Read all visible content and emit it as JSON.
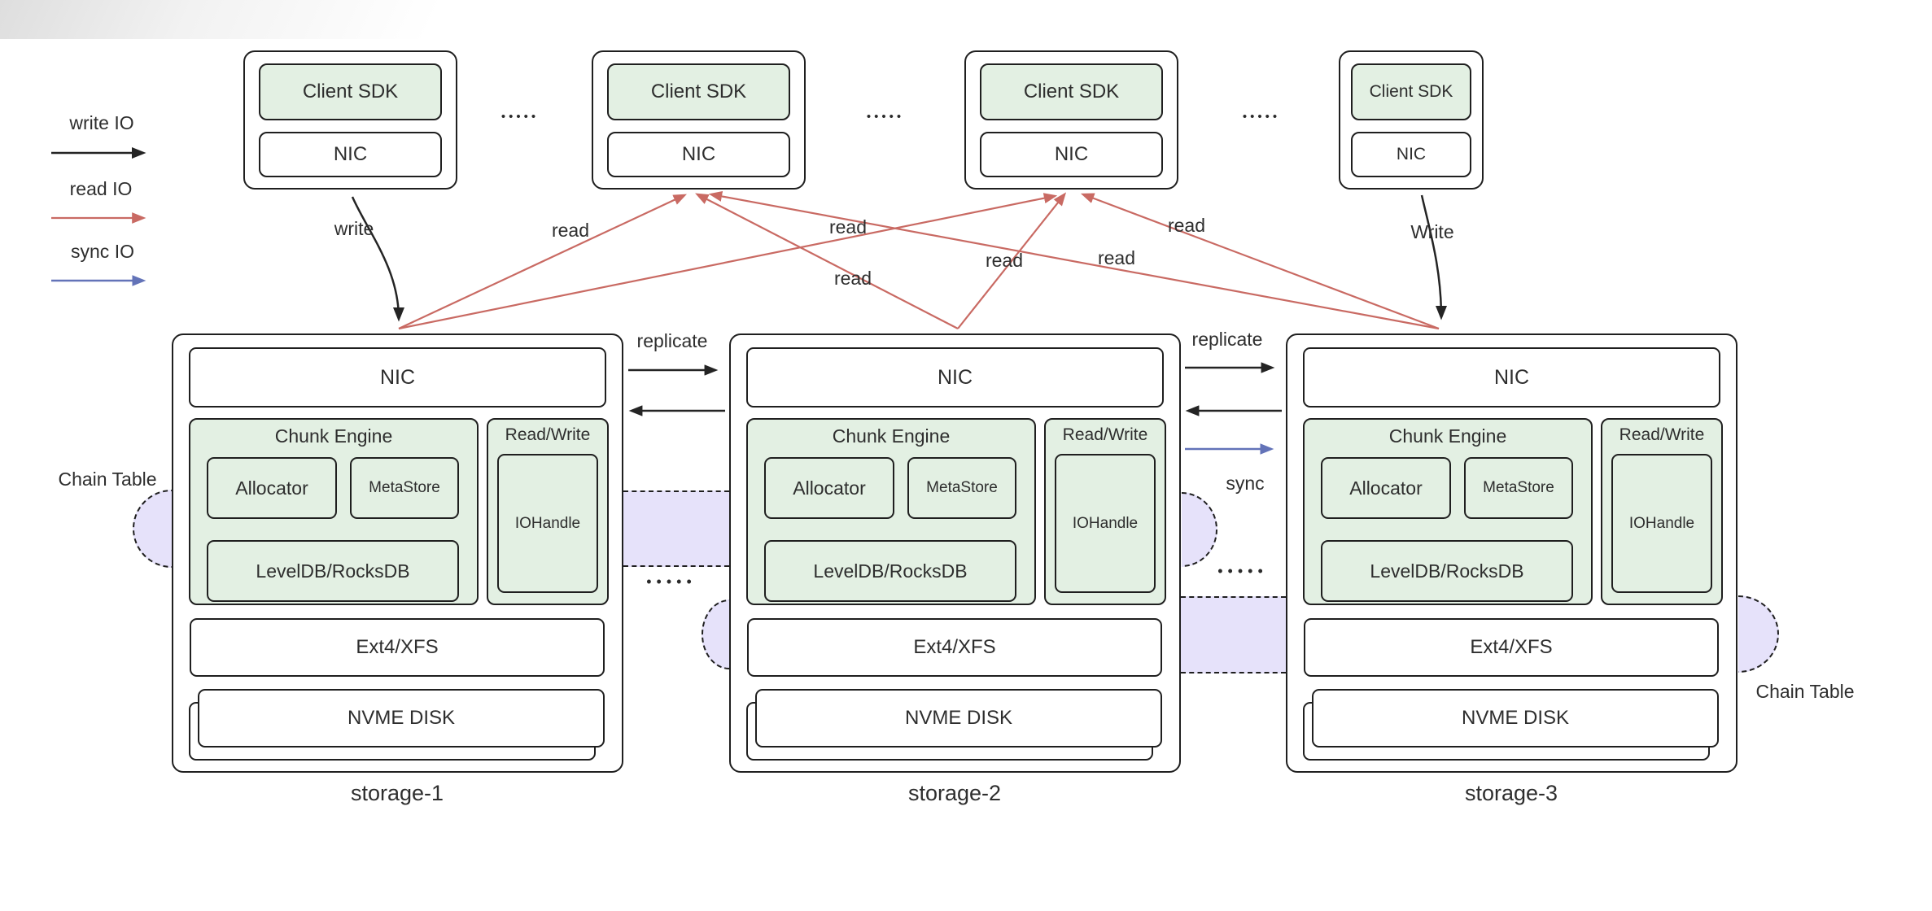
{
  "colors": {
    "green": "#e3f0e3",
    "lavender": "#e6e2fa",
    "arrow_black": "#242424",
    "arrow_red": "#c96a63",
    "arrow_blue": "#6373b8"
  },
  "legend": {
    "items": [
      {
        "label": "write IO",
        "color": "#242424"
      },
      {
        "label": "read IO",
        "color": "#c96a63"
      },
      {
        "label": "sync IO",
        "color": "#6373b8"
      }
    ]
  },
  "clients": [
    {
      "sdk": "Client SDK",
      "nic": "NIC"
    },
    {
      "sdk": "Client SDK",
      "nic": "NIC"
    },
    {
      "sdk": "Client SDK",
      "nic": "NIC"
    },
    {
      "sdk": "Client SDK",
      "nic": "NIC"
    }
  ],
  "separators": {
    "client_dots": "•••••",
    "chain_dots": "•••••"
  },
  "flow": {
    "write_label_left": "write",
    "write_label_right": "Write",
    "reads": [
      "read",
      "read",
      "read",
      "read",
      "read",
      "read"
    ],
    "replicate_labels": [
      "replicate",
      "replicate"
    ],
    "sync_label": "sync"
  },
  "chain": {
    "left_label": "Chain Table",
    "right_label": "Chain Table"
  },
  "storages": [
    {
      "name": "storage-1",
      "nic": "NIC",
      "chunk_engine": {
        "title": "Chunk Engine",
        "allocator": "Allocator",
        "metastore": "MetaStore",
        "db": "LevelDB/RocksDB"
      },
      "read_write": {
        "title": "Read/Write",
        "iohandle": "IOHandle"
      },
      "fs": "Ext4/XFS",
      "disk": "NVME DISK"
    },
    {
      "name": "storage-2",
      "nic": "NIC",
      "chunk_engine": {
        "title": "Chunk Engine",
        "allocator": "Allocator",
        "metastore": "MetaStore",
        "db": "LevelDB/RocksDB"
      },
      "read_write": {
        "title": "Read/Write",
        "iohandle": "IOHandle"
      },
      "fs": "Ext4/XFS",
      "disk": "NVME DISK"
    },
    {
      "name": "storage-3",
      "nic": "NIC",
      "chunk_engine": {
        "title": "Chunk Engine",
        "allocator": "Allocator",
        "metastore": "MetaStore",
        "db": "LevelDB/RocksDB"
      },
      "read_write": {
        "title": "Read/Write",
        "iohandle": "IOHandle"
      },
      "fs": "Ext4/XFS",
      "disk": "NVME DISK"
    }
  ]
}
